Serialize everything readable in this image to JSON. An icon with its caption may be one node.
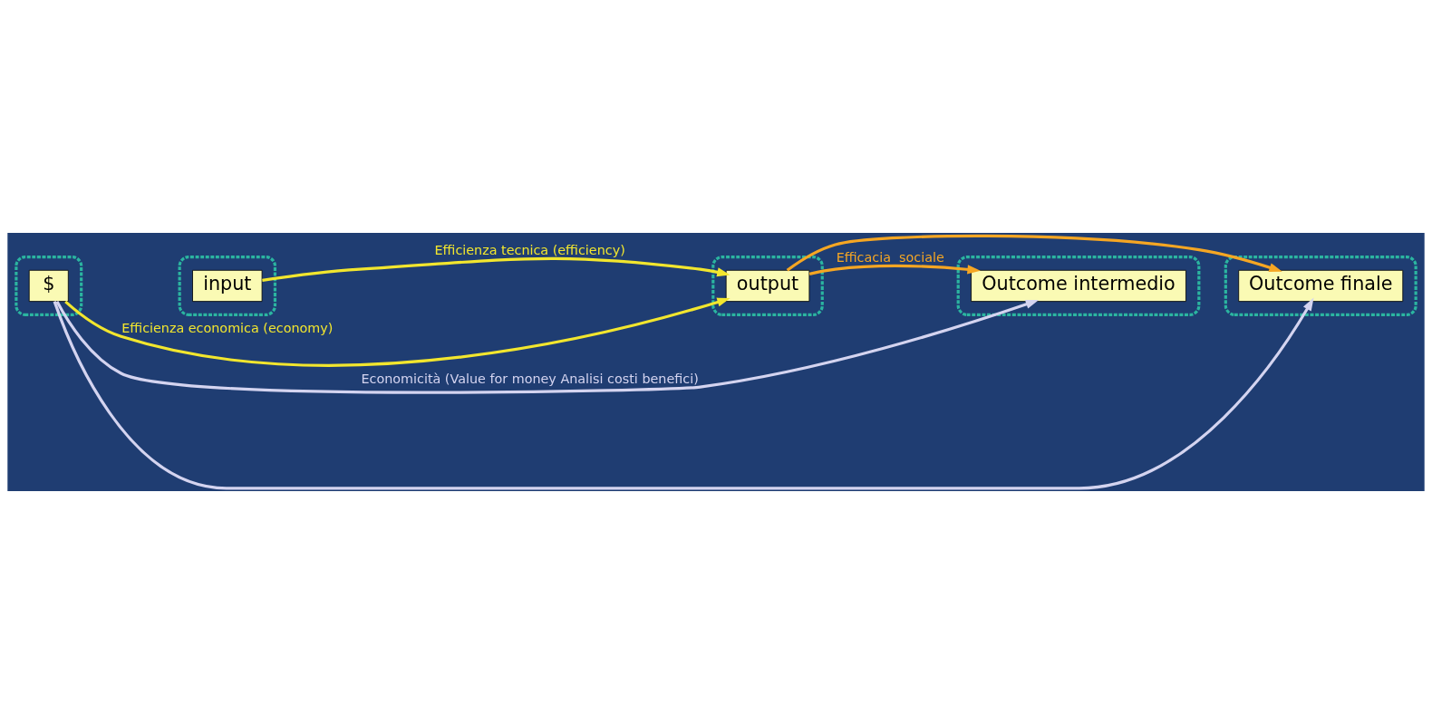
{
  "diagram": {
    "nodes": [
      {
        "text": [],
        "shape": "ellipse"
      },
      {
        "text": [
          "$"
        ],
        "in": 0
      },
      {
        "text": [],
        "shape": "ellipse"
      },
      {
        "text": [
          "input"
        ],
        "in": 2
      },
      {
        "text": [],
        "shape": "ellipse"
      },
      {
        "text": [
          "output"
        ],
        "in": 4
      },
      {
        "text": [],
        "shape": "ellipse"
      },
      {
        "text": [
          "Outcome intermedio"
        ],
        "in": 6
      },
      {
        "text": [],
        "shape": "ellipse"
      },
      {
        "text": [
          "Outcome finale"
        ],
        "in": 8
      }
    ],
    "edges": [
      {
        "from": 1,
        "to": 5,
        "arrow": "to",
        "label": "Efficienza economica (economy)",
        "color": "#f2e62e"
      },
      {
        "from": 3,
        "to": 5,
        "arrow": "to",
        "label": "Efficienza tecnica (efficiency)",
        "color": "#f2e62e"
      },
      {
        "from": 5,
        "to": 7,
        "arrow": "to",
        "label": "Efficacia  sociale",
        "color": "#f5a623"
      },
      {
        "from": 5,
        "to": 9,
        "arrow": "to",
        "color": "#f5a623"
      },
      {
        "from": 1,
        "to": 7,
        "arrow": "to",
        "label": "Economicità (Value for money Analisi costi benefici)",
        "color": "#d4d4f0"
      },
      {
        "from": 1,
        "to": 9,
        "arrow": "to",
        "color": "#d4d4f0"
      }
    ]
  }
}
